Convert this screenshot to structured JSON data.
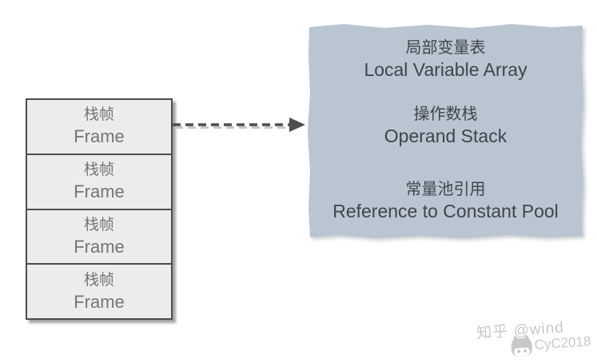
{
  "stack": {
    "frames": [
      {
        "label_zh": "栈帧",
        "label_en": "Frame"
      },
      {
        "label_zh": "栈帧",
        "label_en": "Frame"
      },
      {
        "label_zh": "栈帧",
        "label_en": "Frame"
      },
      {
        "label_zh": "栈帧",
        "label_en": "Frame"
      }
    ]
  },
  "detail_box": {
    "sections": [
      {
        "label_zh": "局部变量表",
        "label_en": "Local Variable Array"
      },
      {
        "label_zh": "操作数栈",
        "label_en": "Operand Stack"
      },
      {
        "label_zh": "常量池引用",
        "label_en": "Reference to Constant Pool"
      }
    ]
  },
  "watermark": {
    "site": "知乎 @wind",
    "author": "CyC2018",
    "icon": "github-cat-icon"
  },
  "colors": {
    "background": "#ffffff",
    "frame_fill": "#ececec",
    "frame_border": "#4d4d4d",
    "frame_text": "#757575",
    "frame_shadow": "#a3a3a3",
    "detail_fill": "#b9c6d1",
    "detail_text": "#3f444d",
    "arrow": "#4e4e4e",
    "arrow_shadow": "#c6c6c6",
    "watermark": "#c8c8c8"
  }
}
